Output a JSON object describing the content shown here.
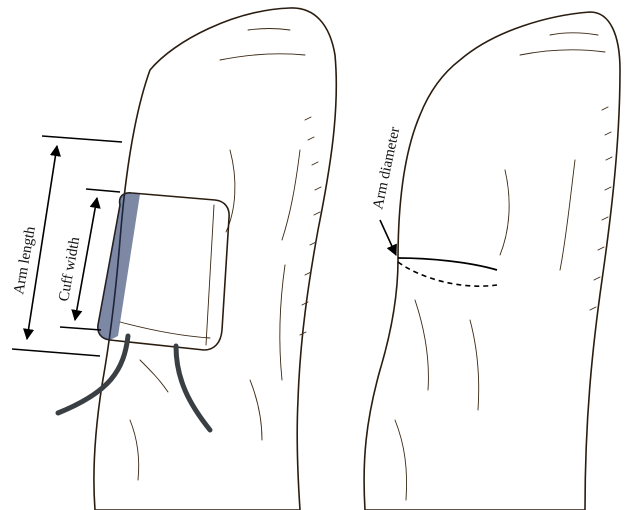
{
  "labels": {
    "arm_length": "Arm length",
    "cuff_width": "Cuff width",
    "arm_diameter": "Arm diameter"
  },
  "colors": {
    "skin": "#b5834a",
    "cuff": "#1c3a7a",
    "cuff_shadow": "#122859",
    "tubing": "#3a3f44",
    "outline": "#2a1d10"
  },
  "icons": {
    "left_arm": "arm-with-cuff-illustration",
    "right_arm": "arm-illustration"
  }
}
